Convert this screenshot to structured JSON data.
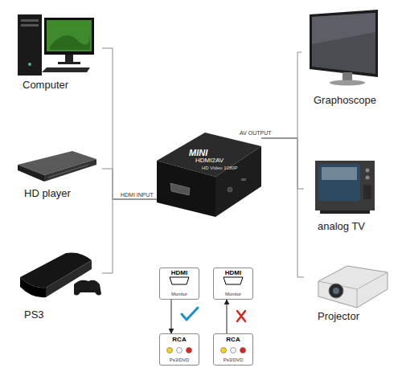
{
  "diagram": {
    "nodes": [
      {
        "text": [
          "Computer"
        ]
      },
      {
        "text": [
          "HD player"
        ]
      },
      {
        "text": [
          "PS3"
        ]
      },
      {
        "text": [
          "MINI",
          "HDMI2AV",
          "HD Video 1080P"
        ]
      },
      {
        "text": [
          "Graphoscope"
        ]
      },
      {
        "text": [
          "analog TV"
        ]
      },
      {
        "text": [
          "Projector"
        ]
      },
      {
        "text": [
          "HDMI",
          "Monitor"
        ]
      },
      {
        "text": [
          "HDMI",
          "Monitor"
        ]
      },
      {
        "text": [
          "RCA",
          "Ps3/DVD"
        ]
      },
      {
        "text": [
          "RCA",
          "Ps3/DVD"
        ]
      }
    ],
    "edges": [
      {
        "from": 0,
        "to": 3,
        "arrow": "none"
      },
      {
        "from": 1,
        "to": 3,
        "arrow": "none"
      },
      {
        "from": 2,
        "to": 3,
        "label": "HDMI INPUT",
        "arrow": "none"
      },
      {
        "from": 3,
        "to": 4,
        "arrow": "none"
      },
      {
        "from": 3,
        "to": 5,
        "label": "AV OUTPUT",
        "arrow": "none"
      },
      {
        "from": 3,
        "to": 6,
        "arrow": "none"
      },
      {
        "from": 7,
        "to": 9,
        "arrow": "to"
      },
      {
        "from": 10,
        "to": 8,
        "arrow": "to"
      }
    ]
  }
}
